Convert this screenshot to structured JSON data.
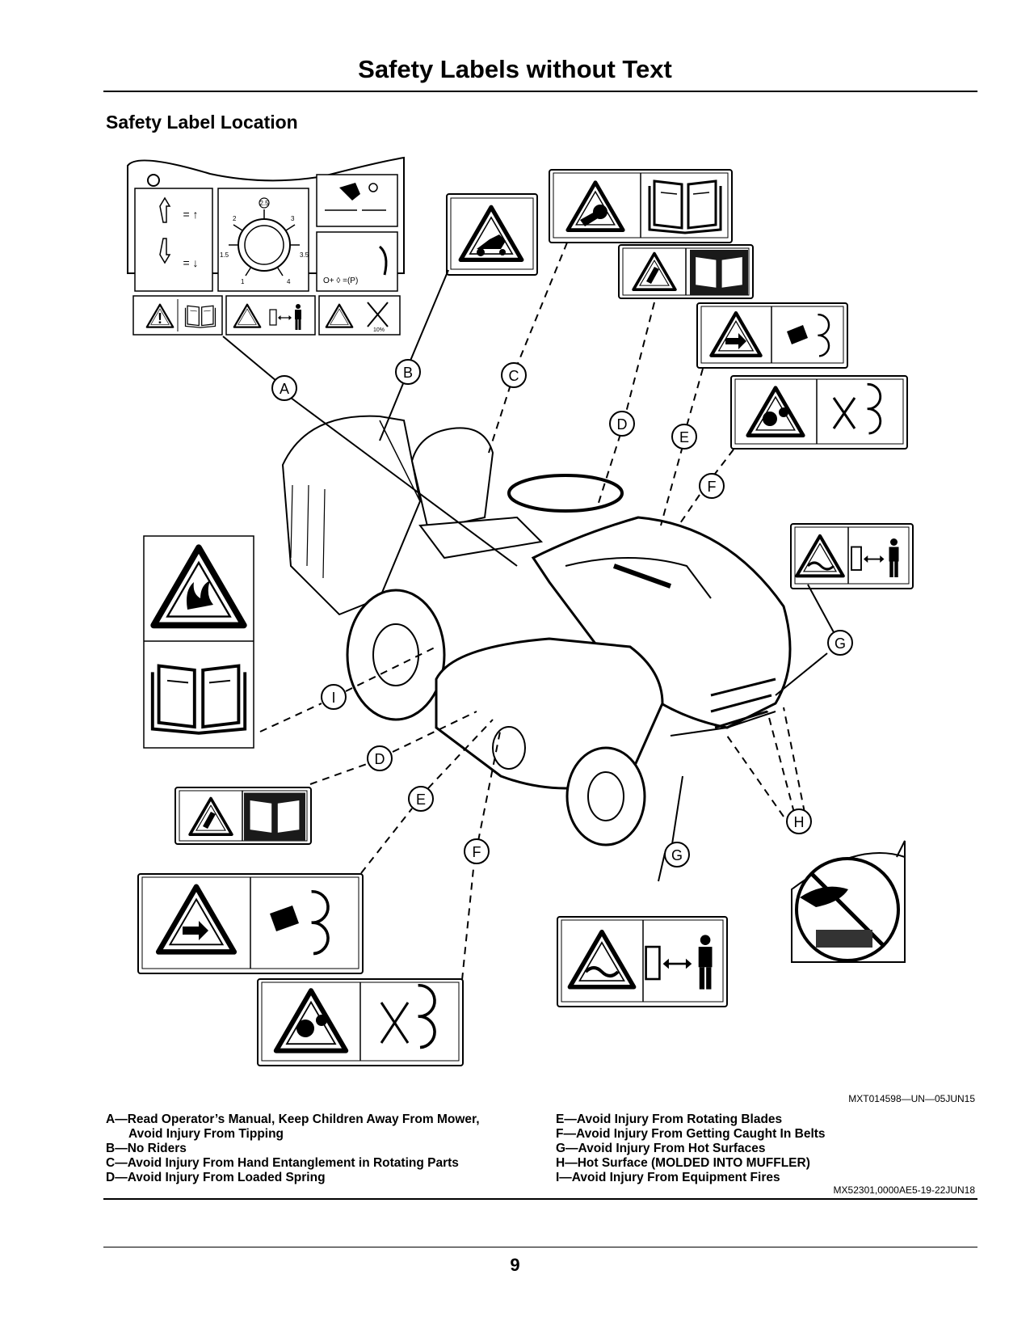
{
  "header": {
    "title": "Safety Labels without Text"
  },
  "section": {
    "subtitle": "Safety Label Location"
  },
  "figure": {
    "callout_letters": [
      "A",
      "B",
      "C",
      "D",
      "E",
      "F",
      "G",
      "H",
      "I"
    ],
    "reference": "MXT014598—UN—05JUN15",
    "dashboard_numbers": [
      "2.5",
      "3",
      "2",
      "1.5",
      "3.5",
      "1",
      "4"
    ],
    "muffler_text": "10%"
  },
  "captions": {
    "left": [
      {
        "line1": "A—Read Operator’s Manual, Keep Children Away From Mower,",
        "line2": "Avoid Injury From Tipping"
      },
      {
        "line1": "B—No Riders"
      },
      {
        "line1": "C—Avoid Injury From Hand Entanglement in Rotating Parts"
      },
      {
        "line1": "D—Avoid Injury From Loaded Spring"
      }
    ],
    "right": [
      {
        "line1": "E—Avoid Injury From Rotating Blades"
      },
      {
        "line1": "F—Avoid Injury From Getting Caught In Belts"
      },
      {
        "line1": "G—Avoid Injury From Hot Surfaces"
      },
      {
        "line1": "H—Hot Surface (MOLDED INTO MUFFLER)"
      },
      {
        "line1": "I—Avoid Injury From Equipment Fires"
      }
    ]
  },
  "footer": {
    "doc_reference": "MX52301,0000AE5-19-22JUN18",
    "page_number": "9"
  },
  "colors": {
    "ink": "#000000",
    "paper": "#ffffff",
    "label_dark": "#1a1a1a"
  }
}
